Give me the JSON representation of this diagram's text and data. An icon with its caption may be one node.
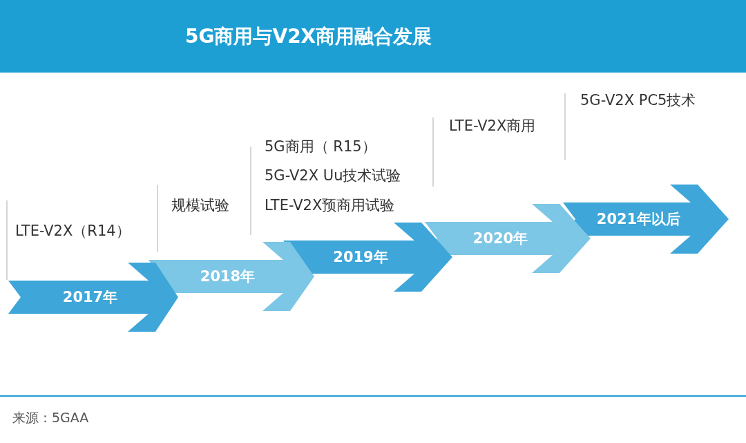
{
  "diagram": {
    "title": "5G商用与V2X商用融合发展",
    "caption": "来源：5GAA",
    "nodes": [
      {
        "text": [
          "2017年"
        ]
      },
      {
        "text": [
          "2018年"
        ]
      },
      {
        "text": [
          "2019年"
        ]
      },
      {
        "text": [
          "2020年"
        ]
      },
      {
        "text": [
          "2021年以后"
        ]
      }
    ],
    "labels": [
      "LTE-V2X（R14）",
      "规模试验",
      "5G商用（ R15）",
      "5G-V2X Uu技术试验",
      "LTE-V2X预商用试验",
      "LTE-V2X商用",
      "5G-V2X PC5技术"
    ]
  }
}
